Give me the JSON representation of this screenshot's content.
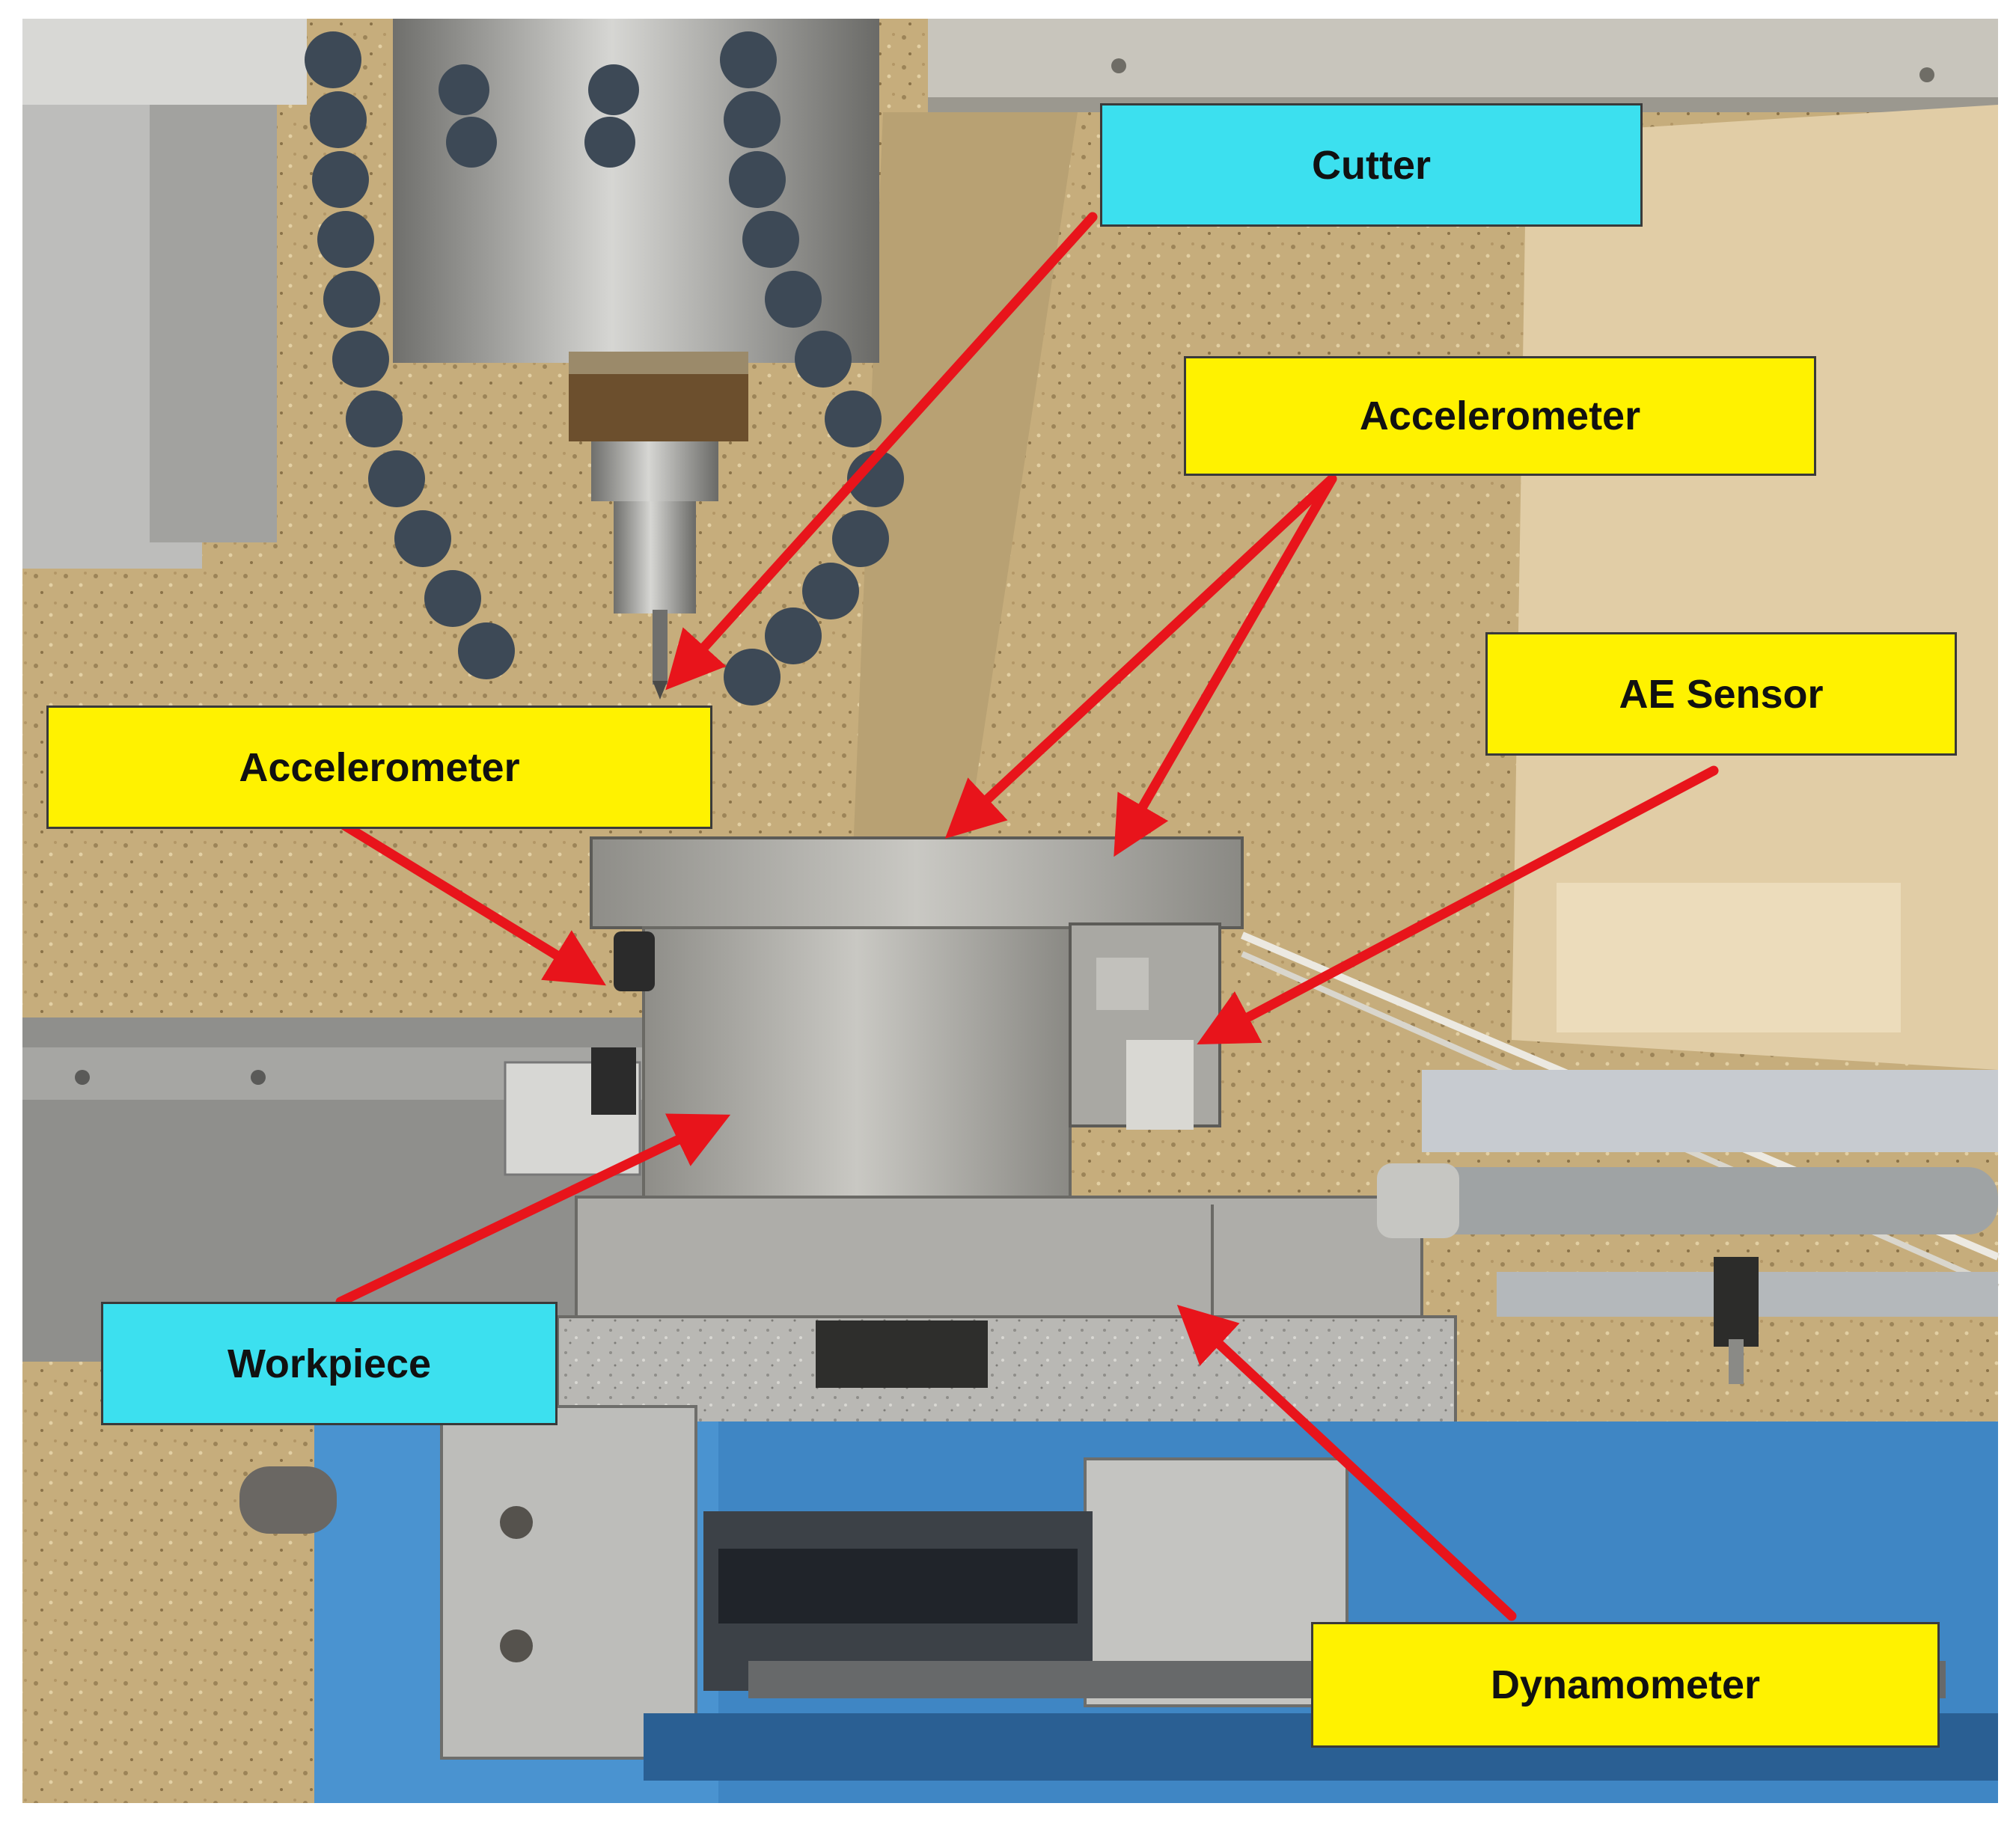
{
  "colors": {
    "callout_cyan": "#3ce0ef",
    "callout_yellow": "#fff200",
    "arrow_red": "#e8141b",
    "machine_vise_blue": "#3f86c4",
    "steel_gray": "#a9a9a6",
    "chips_tan": "#c9b283"
  },
  "labels": {
    "cutter": "Cutter",
    "accelerometer_top": "Accelerometer",
    "ae_sensor": "AE Sensor",
    "accelerometer_left": "Accelerometer",
    "workpiece": "Workpiece",
    "dynamometer": "Dynamometer"
  },
  "photo_subjects": [
    "milling-spindle",
    "cutter-tool",
    "coolant-hoses",
    "workpiece-block",
    "dynamometer-plate",
    "machine-vise",
    "ae-sensor",
    "accelerometers"
  ]
}
